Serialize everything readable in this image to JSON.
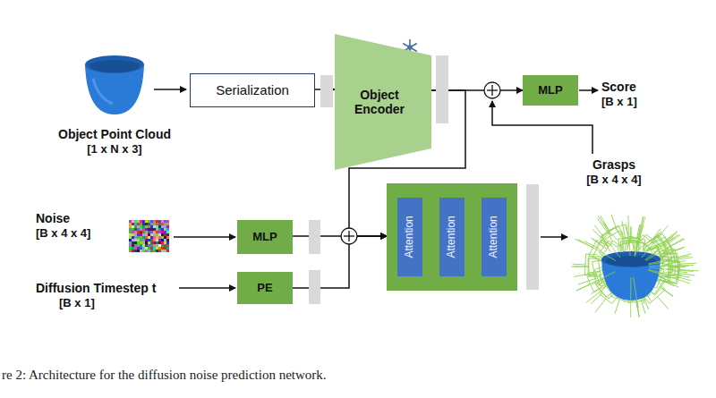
{
  "diagram": {
    "caption": "re 2: Architecture for the diffusion noise prediction network.",
    "nodes": [
      {
        "text": [
          "Serialization"
        ]
      },
      {
        "text": [
          "Object Encoder"
        ]
      },
      {
        "text": [
          "MLP"
        ]
      },
      {
        "text": [
          "MLP"
        ]
      },
      {
        "text": [
          "PE"
        ]
      },
      {
        "text": []
      },
      {
        "text": [
          "Attention"
        ],
        "in": 5
      },
      {
        "text": [
          "Attention"
        ],
        "in": 5
      },
      {
        "text": [
          "Attention"
        ],
        "in": 5
      }
    ],
    "edges": [
      {
        "from": 0,
        "to": 1,
        "arrow": "to"
      },
      {
        "from": 1,
        "to": 2,
        "arrow": "to"
      },
      {
        "from": 1,
        "to": 5,
        "arrow": "to"
      },
      {
        "from": 3,
        "to": 5,
        "arrow": "to"
      },
      {
        "from": 4,
        "to": 5,
        "arrow": "to"
      },
      {
        "from": 6,
        "to": 7,
        "arrow": "to"
      },
      {
        "from": 7,
        "to": 8,
        "arrow": "to"
      }
    ],
    "labels": [
      "Object Point Cloud",
      "[1 x N x 3]",
      "Score",
      "[B x 1]",
      "Grasps",
      "[B x 4 x 4]",
      "Noise",
      "[B x 4 x 4]",
      "Diffusion Timestep t",
      "[B x 1]"
    ]
  }
}
